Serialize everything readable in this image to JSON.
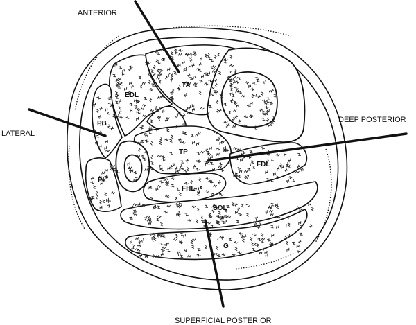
{
  "compartments": {
    "anterior": "ANTERIOR",
    "lateral": "LATERAL",
    "deep_posterior": "DEEP POSTERIOR",
    "superficial_posterior": "SUPERFICIAL POSTERIOR"
  },
  "muscles": {
    "ta": "TA",
    "edl": "EDL",
    "pb": "PB",
    "pl": "PL",
    "tp": "TP",
    "fdl": "FDL",
    "fhl": "FHL",
    "sol": "SOL",
    "g": "G"
  }
}
